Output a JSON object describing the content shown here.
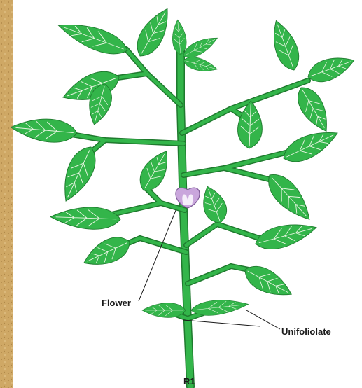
{
  "labels": {
    "flower": "Flower",
    "unifoliolate": "Unifoliolate",
    "stage": "R1"
  },
  "colors": {
    "leaf": "#33b54a",
    "leaf_outline": "#1f7a2e",
    "flower": "#c9a6dc",
    "soil": "#cfa865",
    "background": "#ffffff"
  }
}
